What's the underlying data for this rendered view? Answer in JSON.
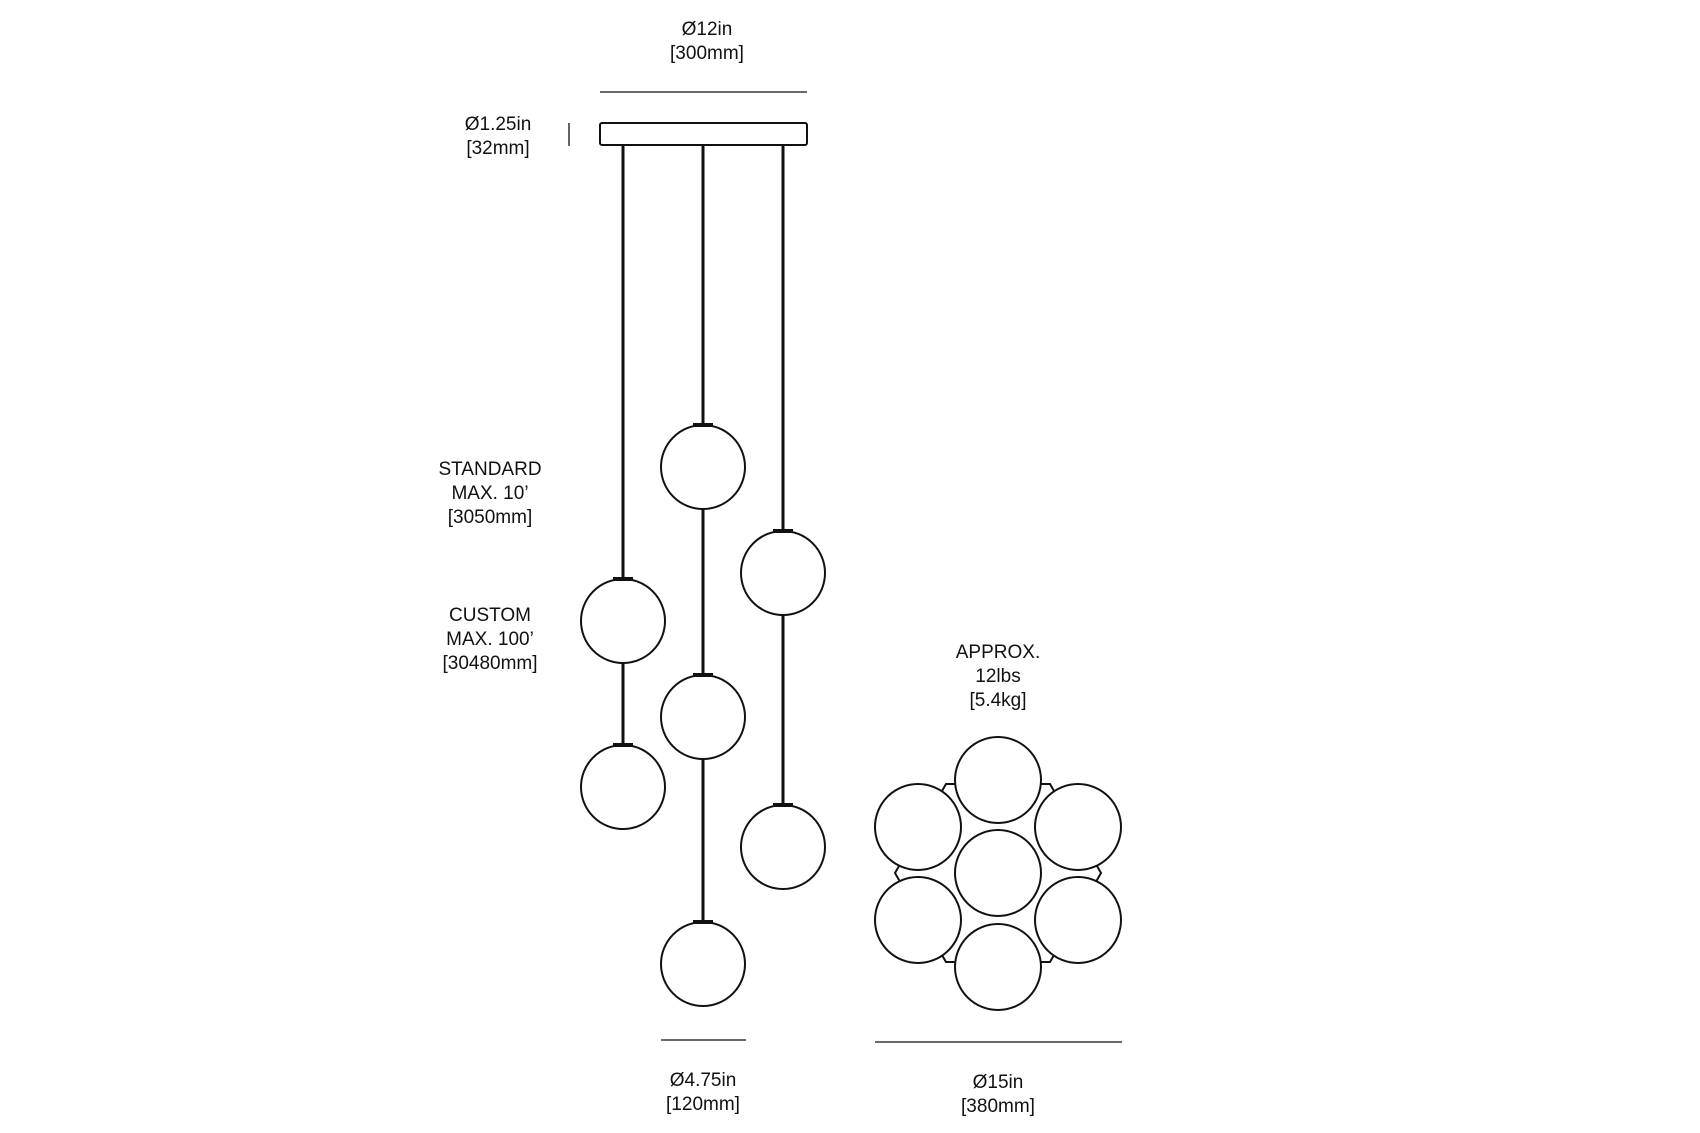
{
  "canopy": {
    "diameter_in": "Ø12in",
    "diameter_mm": "[300mm]",
    "height_in": "Ø1.25in",
    "height_mm": "[32mm]"
  },
  "cord_length": {
    "standard": {
      "title": "STANDARD",
      "max": "MAX. 10’",
      "mm": "[3050mm]"
    },
    "custom": {
      "title": "CUSTOM",
      "max": "MAX. 100’",
      "mm": "[30480mm]"
    }
  },
  "globe": {
    "diameter_in": "Ø4.75in",
    "diameter_mm": "[120mm]"
  },
  "weight": {
    "approx": "APPROX.",
    "lbs": "12lbs",
    "kg": "[5.4kg]"
  },
  "cluster": {
    "diameter_in": "Ø15in",
    "diameter_mm": "[380mm]"
  },
  "colors": {
    "line": "#111111",
    "background": "#ffffff"
  }
}
